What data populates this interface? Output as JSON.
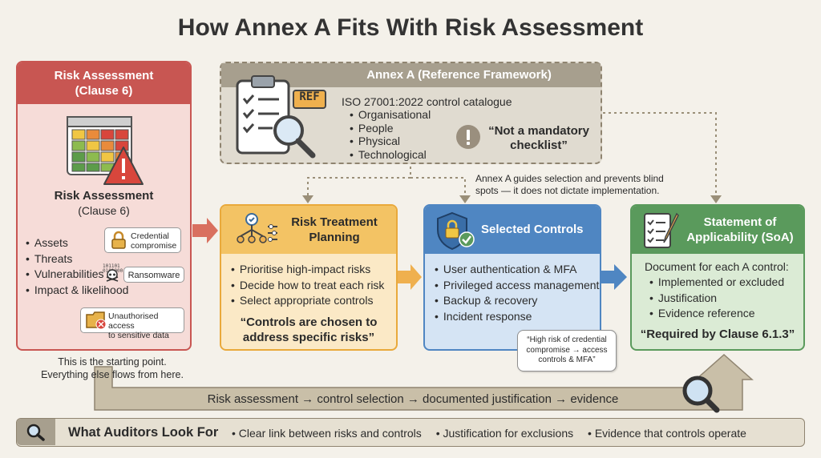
{
  "title": "How Annex A Fits With Risk Assessment",
  "risk_assessment": {
    "header": "Risk Assessment\n(Clause 6)",
    "heading": "Risk Assessment",
    "subheading": "(Clause 6)",
    "items": [
      "Assets",
      "Threats",
      "Vulnerabilities",
      "Impact & likelihood"
    ],
    "tags": {
      "credential": "Credential\ncompromise",
      "ransomware": "Ransomware",
      "unauthorised": "Unauthorised access\nto sensitive data",
      "binary": "101101\n0101000"
    },
    "caption": "This is the starting point.\nEverything else flows from here."
  },
  "annex_a": {
    "header": "Annex A (Reference Framework)",
    "ref_tag": "REF",
    "catalogue_title": "ISO 27001:2022 control catalogue",
    "items": [
      "Organisational",
      "People",
      "Physical",
      "Technological"
    ],
    "quote": "“Not a mandatory\nchecklist”",
    "note": "Annex A guides selection and prevents blind\nspots — it does not dictate implementation."
  },
  "risk_treatment": {
    "header": "Risk Treatment\nPlanning",
    "items": [
      "Prioritise high-impact risks",
      "Decide how to treat each risk",
      "Select appropriate controls"
    ],
    "quote": "“Controls are chosen to\naddress specific risks”"
  },
  "selected_controls": {
    "header": "Selected Controls",
    "items": [
      "User authentication & MFA",
      "Privileged access management",
      "Backup & recovery",
      "Incident response"
    ],
    "note": "“High risk of credential\ncompromise → access\ncontrols & MFA”"
  },
  "soa": {
    "header": "Statement of\nApplicability (SoA)",
    "intro": "Document for each A control:",
    "items": [
      "Implemented or excluded",
      "Justification",
      "Evidence reference"
    ],
    "quote": "“Required by Clause 6.1.3”"
  },
  "flow_bar": "Risk assessment → control selection → documented justification → evidence",
  "auditors": {
    "heading": "What Auditors Look For",
    "items": [
      "Clear link between risks and controls",
      "Justification for exclusions",
      "Evidence that controls operate"
    ]
  },
  "colors": {
    "risk_red": "#c85652",
    "annex_tan": "#a79f8e",
    "treatment_orange": "#e9a93b",
    "controls_blue": "#4f86c2",
    "soa_green": "#5a9a5c"
  }
}
